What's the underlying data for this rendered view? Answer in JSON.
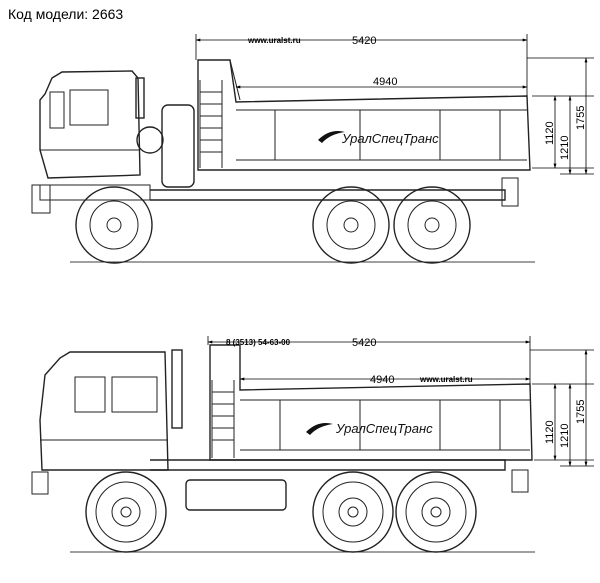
{
  "header": {
    "model_label": "Код модели: 2663"
  },
  "truck_top": {
    "site": "www.uralst.ru",
    "dims": {
      "total": "5420",
      "body": "4940",
      "h1": "1120",
      "h2": "1210",
      "h3": "1755"
    },
    "logo": "УралСпецТранс"
  },
  "truck_bottom": {
    "phone": "8 (3513) 54-63-00",
    "site": "www.uralst.ru",
    "dims": {
      "total": "5420",
      "body": "4940",
      "h1": "1120",
      "h2": "1210",
      "h3": "1755"
    },
    "logo": "УралСпецТранс"
  }
}
